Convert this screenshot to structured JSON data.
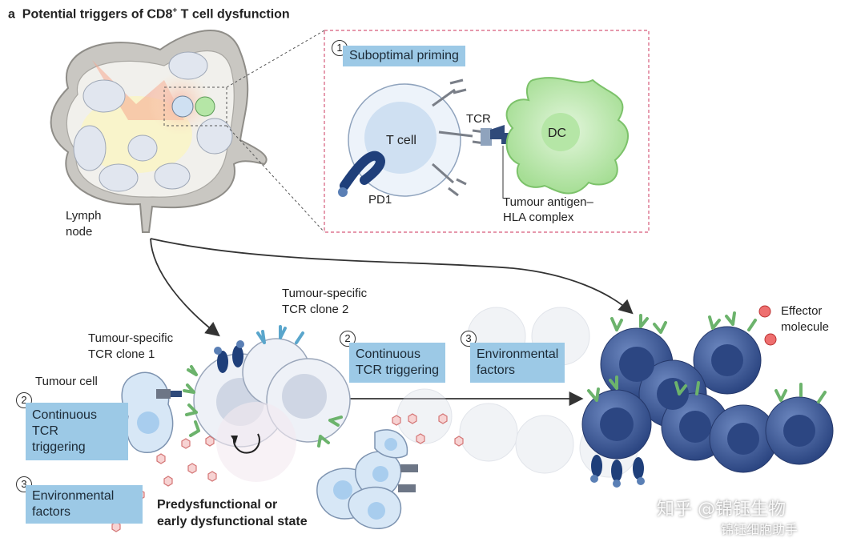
{
  "panel": {
    "letter": "a",
    "title_pre": "Potential triggers of CD8",
    "title_sup": "+",
    "title_post": " T cell dysfunction"
  },
  "inset": {
    "step_number": "1",
    "step_label": "Suboptimal priming",
    "t_cell": "T cell",
    "tcr": "TCR",
    "dc": "DC",
    "pd1": "PD1",
    "antigen_line1": "Tumour antigen–",
    "antigen_line2": "HLA complex"
  },
  "lymph_node": {
    "line1": "Lymph",
    "line2": "node"
  },
  "tumour_cell": "Tumour cell",
  "clone1": {
    "line1": "Tumour-specific",
    "line2": "TCR clone 1"
  },
  "clone2": {
    "line1": "Tumour-specific",
    "line2": "TCR clone 2"
  },
  "left_steps": [
    {
      "number": "2",
      "label_line1": "Continuous",
      "label_line2": "TCR",
      "label_line3": "triggering"
    },
    {
      "number": "3",
      "label_line1": "Environmental",
      "label_line2": "factors"
    }
  ],
  "mid_steps": [
    {
      "number": "2",
      "label_line1": "Continuous",
      "label_line2": "TCR triggering"
    },
    {
      "number": "3",
      "label_line1": "Environmental",
      "label_line2": "factors"
    }
  ],
  "state": {
    "line1": "Predysfunctional or",
    "line2": "early dysfunctional state"
  },
  "effector": {
    "line1": "Effector",
    "line2": "molecule"
  },
  "watermark": {
    "line1": "知乎 @锦钰生物",
    "line2": "锦钰细胞助手"
  },
  "colors": {
    "label_box": "#9cc9e6",
    "dc_green": "#b5e6a6",
    "t_cell_light": "#dbe8f5",
    "exhausted_cell": "#3d5a96",
    "tcr_green": "#6cb36c",
    "tcr_blue": "#5aa6cc",
    "pd1_navy": "#1f3f7a",
    "effector_red": "#ee6f6f",
    "inset_border": "#d65a7a"
  },
  "icons": [
    "circle-number-icon",
    "effector-molecule-icon",
    "cytokine-hexagon-icon",
    "rotation-arrow-icon"
  ]
}
